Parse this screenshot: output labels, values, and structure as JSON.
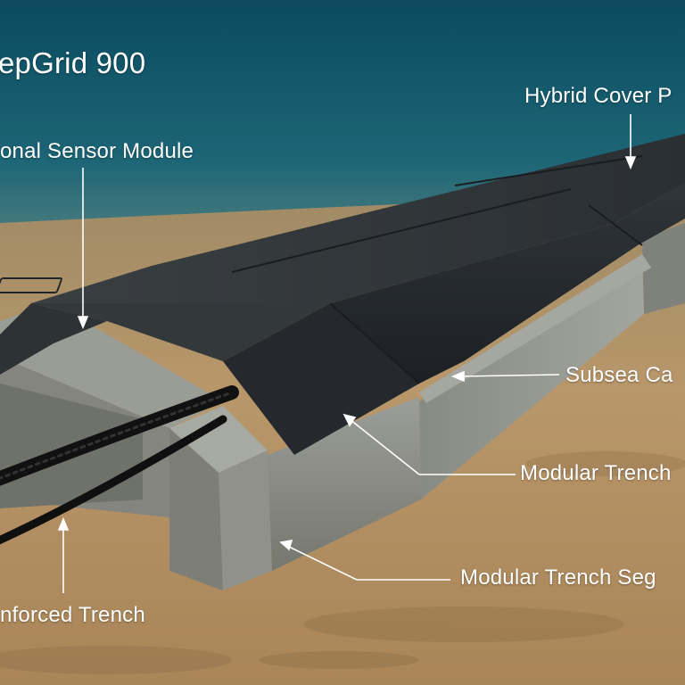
{
  "title": "epGrid 900",
  "labels": {
    "hybrid_cover": "Hybrid Cover P",
    "sensor_module": "onal Sensor Module",
    "subsea_cable": "Subsea Ca",
    "modular_trench_1": "Modular Trench",
    "modular_trench_segment": "Modular Trench Seg",
    "reinforced_trench": "nforced Trench"
  },
  "colors": {
    "water_top": "#0b4a5f",
    "water_bottom": "#5f8a86",
    "seabed": "#b8976a",
    "cover": "#2b3033",
    "concrete": "#8a8c88",
    "cable": "#141414",
    "text": "#ffffff"
  }
}
